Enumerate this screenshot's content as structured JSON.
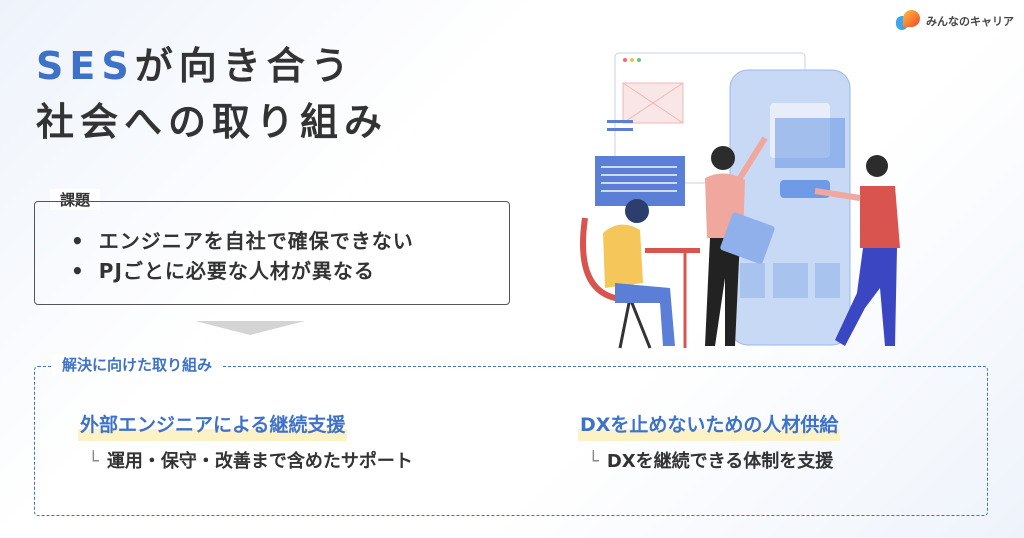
{
  "title": {
    "accent": "SES",
    "line1_rest": "が向き合う",
    "line2": "社会への取り組み"
  },
  "logo": {
    "text": "みんなのキャリア"
  },
  "issue": {
    "label": "課題",
    "items": [
      "エンジニアを自社で確保できない",
      "PJごとに必要な人材が異なる"
    ]
  },
  "solution": {
    "label": "解決に向けた取り組み",
    "columns": [
      {
        "heading": "外部エンジニアによる継続支援",
        "corner": "└",
        "detail": "運用・保守・改善まで含めたサポート"
      },
      {
        "heading": "DXを止めないための人材供給",
        "corner": "└",
        "detail": "DXを継続できる体制を支援"
      }
    ]
  },
  "colors": {
    "accent": "#3d72c8",
    "highlight": "#fdf1c6"
  }
}
